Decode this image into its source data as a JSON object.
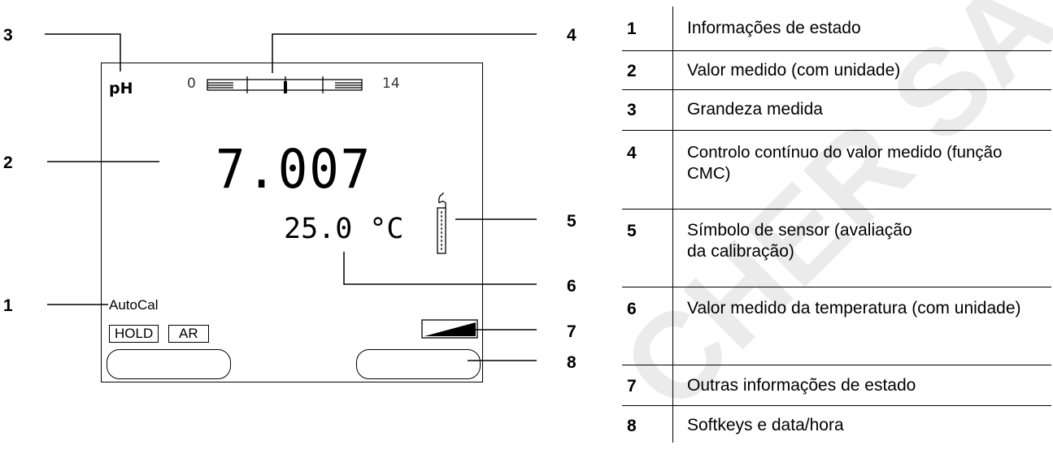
{
  "screen": {
    "parameter": "pH",
    "scale_min": "0",
    "scale_max": "14",
    "measured_value": "7.007",
    "temperature": "25.0 °C",
    "status_text": "AutoCal",
    "hold_label": "HOLD",
    "ar_label": "AR"
  },
  "callouts": [
    "1",
    "2",
    "3",
    "4",
    "5",
    "6",
    "7",
    "8"
  ],
  "legend": [
    {
      "num": "1",
      "text": "Informações de estado"
    },
    {
      "num": "2",
      "text": "Valor medido (com unidade)"
    },
    {
      "num": "3",
      "text": "Grandeza medida"
    },
    {
      "num": "4",
      "text": "Controlo contínuo do valor medido (função CMC)"
    },
    {
      "num": "5",
      "text": "Símbolo de sensor (avaliação da calibração)"
    },
    {
      "num": "6",
      "text": "Valor medido da temperatura (com unidade)"
    },
    {
      "num": "7",
      "text": "Outras informações de estado"
    },
    {
      "num": "8",
      "text": "Softkeys e data/hora"
    }
  ],
  "colors": {
    "line": "#000000",
    "watermark": "#ececec"
  }
}
